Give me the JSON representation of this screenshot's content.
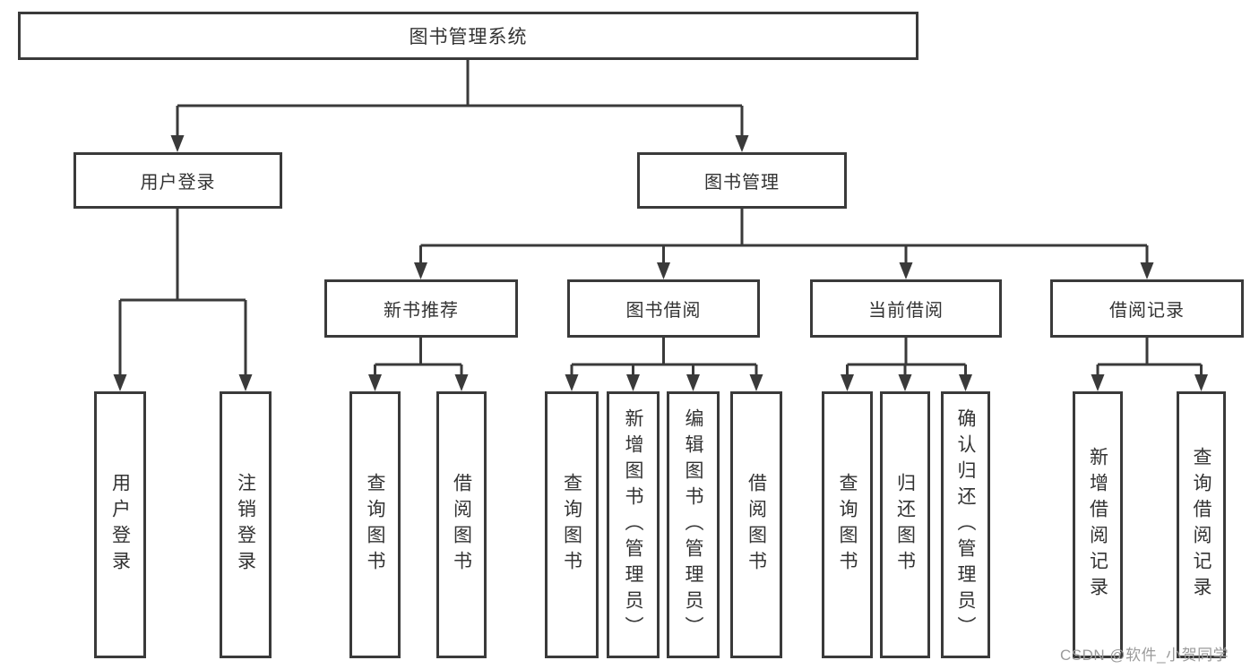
{
  "diagram": {
    "root": {
      "label": "图书管理系统"
    },
    "branches": [
      {
        "label": "用户登录",
        "leaves": [
          {
            "label": "用户登录"
          },
          {
            "label": "注销登录"
          }
        ]
      },
      {
        "label": "图书管理",
        "children": [
          {
            "label": "新书推荐",
            "leaves": [
              {
                "label": "查询图书"
              },
              {
                "label": "借阅图书"
              }
            ]
          },
          {
            "label": "图书借阅",
            "leaves": [
              {
                "label": "查询图书"
              },
              {
                "label": "新增图书（管理员）"
              },
              {
                "label": "编辑图书（管理员）"
              },
              {
                "label": "借阅图书"
              }
            ]
          },
          {
            "label": "当前借阅",
            "leaves": [
              {
                "label": "查询图书"
              },
              {
                "label": "归还图书"
              },
              {
                "label": "确认归还（管理员）"
              }
            ]
          },
          {
            "label": "借阅记录",
            "leaves": [
              {
                "label": "新增借阅记录"
              },
              {
                "label": "查询借阅记录"
              }
            ]
          }
        ]
      }
    ]
  },
  "watermark": {
    "text": "CSDN @软件_小贺同学"
  },
  "colors": {
    "line": "#3a3a3a",
    "text": "#333333",
    "background": "#ffffff",
    "watermark": "#9b9b9b"
  }
}
